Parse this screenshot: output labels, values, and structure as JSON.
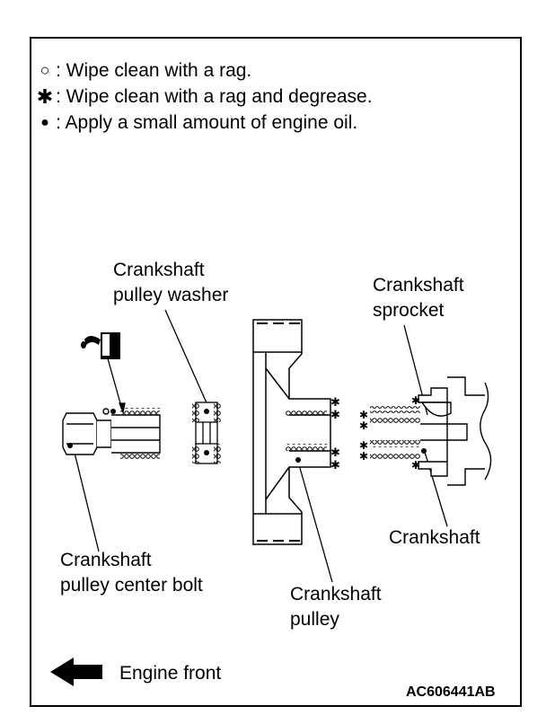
{
  "legend": [
    {
      "symbol": "○",
      "text": ": Wipe clean with a rag."
    },
    {
      "symbol": "✱",
      "text": ": Wipe clean with a rag and degrease."
    },
    {
      "symbol": "●",
      "text": ": Apply a small amount of engine oil."
    }
  ],
  "labels": {
    "pulley_washer_1": "Crankshaft",
    "pulley_washer_2": "pulley washer",
    "sprocket_1": "Crankshaft",
    "sprocket_2": "sprocket",
    "crankshaft": "Crankshaft",
    "center_bolt_1": "Crankshaft",
    "center_bolt_2": "pulley center bolt",
    "pulley_1": "Crankshaft",
    "pulley_2": "pulley"
  },
  "engine_front": "Engine front",
  "figure_id": "AC606441AB",
  "icons": {
    "oil_can": "oil-can-icon",
    "arrow": "arrow-left-icon"
  }
}
